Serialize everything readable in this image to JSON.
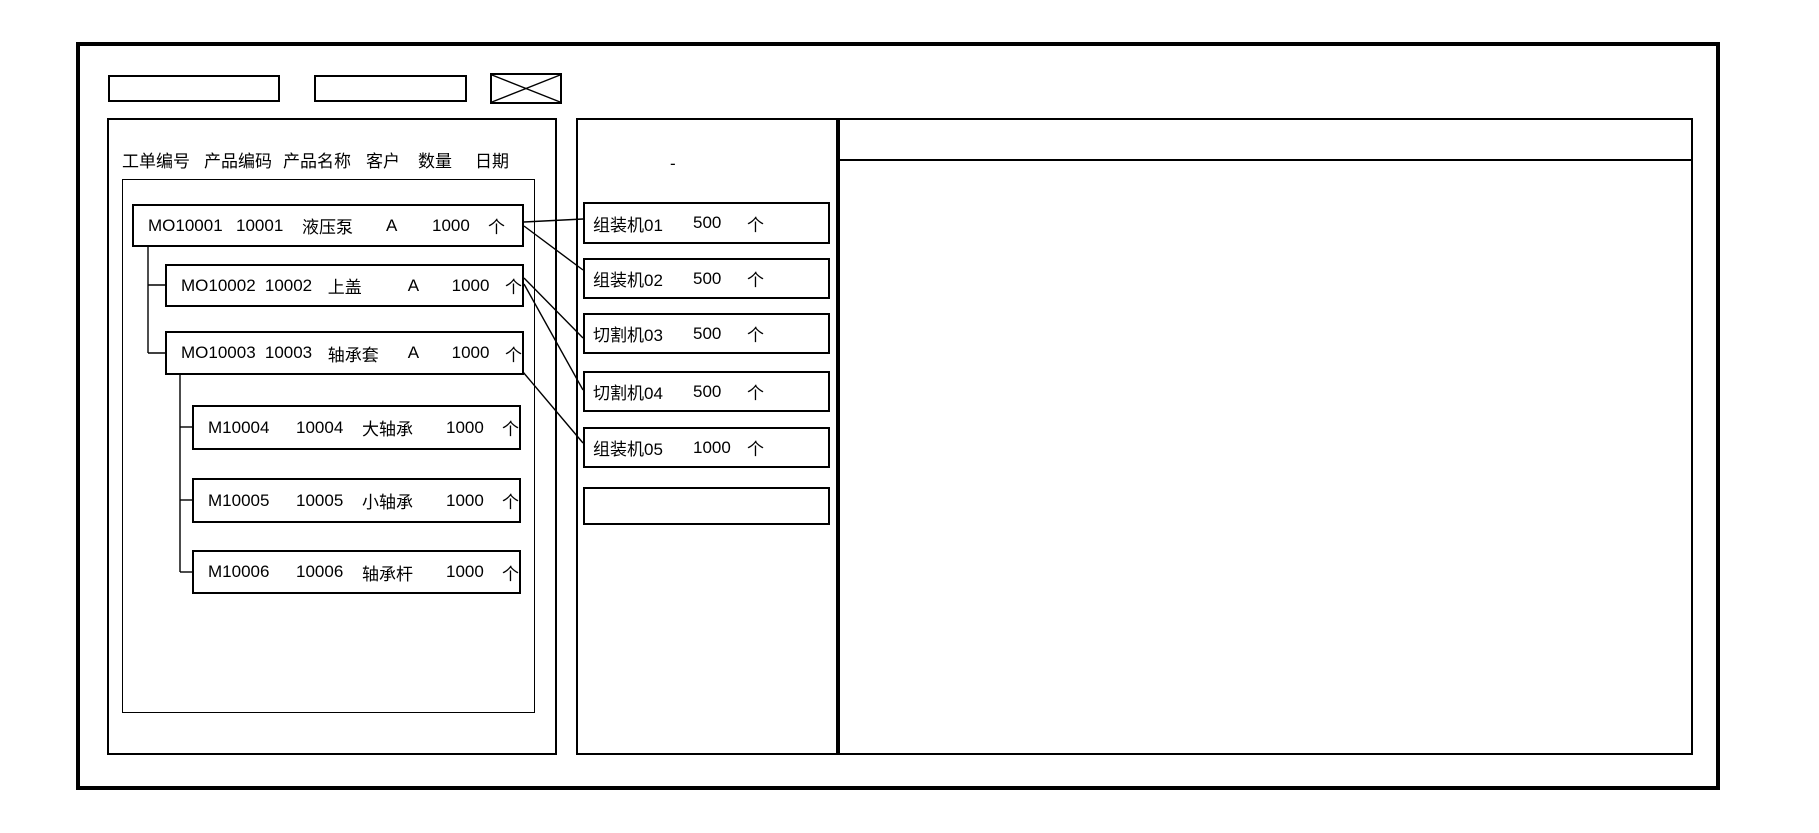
{
  "colors": {
    "line": "#000000",
    "background": "#ffffff"
  },
  "top_bar": {
    "input1_value": "",
    "input2_value": ""
  },
  "left_panel": {
    "columns": [
      "工单编号",
      "产品编码",
      "产品名称",
      "客户",
      "数量",
      "日期"
    ],
    "orders": [
      {
        "id": "MO10001",
        "code": "10001",
        "name": "液压泵",
        "customer": "A",
        "qty": "1000",
        "unit": "个"
      },
      {
        "id": "MO10002",
        "code": "10002",
        "name": "上盖",
        "customer": "A",
        "qty": "1000",
        "unit": "个"
      },
      {
        "id": "MO10003",
        "code": "10003",
        "name": "轴承套",
        "customer": "A",
        "qty": "1000",
        "unit": "个"
      },
      {
        "id": "M10004",
        "code": "10004",
        "name": "大轴承",
        "customer": "",
        "qty": "1000",
        "unit": "个"
      },
      {
        "id": "M10005",
        "code": "10005",
        "name": "小轴承",
        "customer": "",
        "qty": "1000",
        "unit": "个"
      },
      {
        "id": "M10006",
        "code": "10006",
        "name": "轴承杆",
        "customer": "",
        "qty": "1000",
        "unit": "个"
      }
    ]
  },
  "middle_panel": {
    "note": "-",
    "machines": [
      {
        "name": "组装机01",
        "qty": "500",
        "unit": "个"
      },
      {
        "name": "组装机02",
        "qty": "500",
        "unit": "个"
      },
      {
        "name": "切割机03",
        "qty": "500",
        "unit": "个"
      },
      {
        "name": "切割机04",
        "qty": "500",
        "unit": "个"
      },
      {
        "name": "组装机05",
        "qty": "1000",
        "unit": "个"
      }
    ]
  },
  "right_panel": {
    "header_text": ""
  }
}
